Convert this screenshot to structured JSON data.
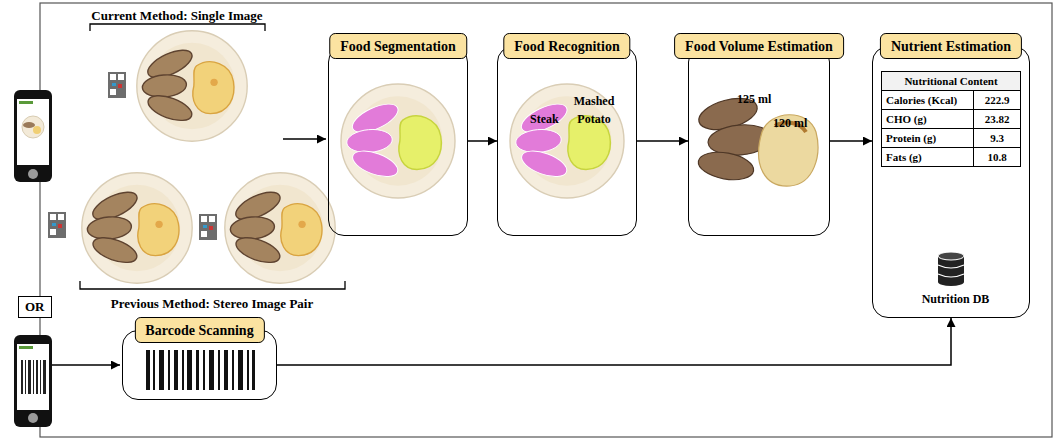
{
  "diagram": {
    "nodes": [
      {
        "text": [
          "Food Segmentation"
        ]
      },
      {
        "text": [
          "Food Recognition",
          "Steak",
          "Mashed Potato"
        ]
      },
      {
        "text": [
          "Food Volume Estimation",
          "125 ml",
          "120 ml"
        ]
      },
      {
        "text": [
          "Nutrient Estimation",
          "Nutrition DB"
        ]
      },
      {
        "text": [
          "Nutritional Content"
        ],
        "in": 3
      },
      {
        "text": [
          "OR"
        ]
      },
      {
        "text": [
          "Barcode Scanning"
        ]
      }
    ],
    "edges": [
      {
        "from": 0,
        "to": 1,
        "arrow": "to"
      },
      {
        "from": 1,
        "to": 2,
        "arrow": "to"
      },
      {
        "from": 2,
        "to": 3,
        "arrow": "to"
      },
      {
        "from": 6,
        "to": 3,
        "arrow": "to"
      }
    ],
    "labels": [
      "Current Method: Single Image",
      "Previous Method: Stereo Image Pair",
      "Calories (Kcal)",
      "222.9",
      "CHO (g)",
      "23.82",
      "Protein (g)",
      "9.3",
      "Fats (g)",
      "10.8"
    ]
  }
}
